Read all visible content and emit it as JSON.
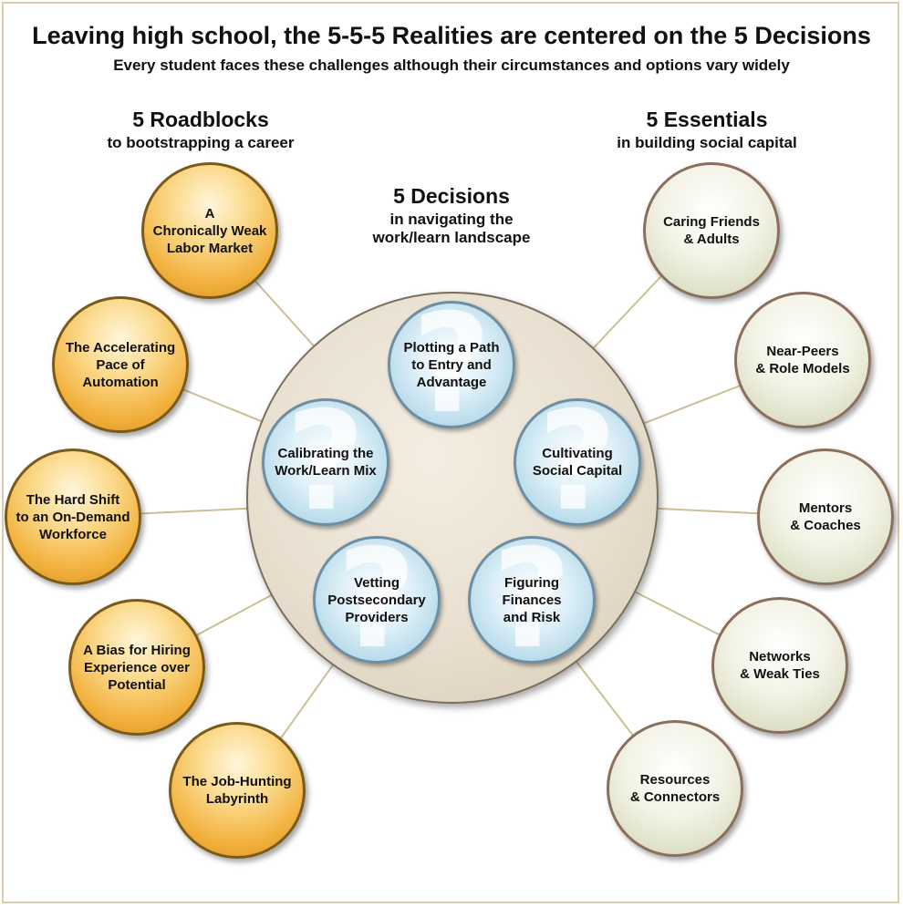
{
  "header": {
    "title": "Leaving high school, the 5-5-5 Realities are centered on the 5 Decisions",
    "subtitle": "Every student faces these challenges although their circumstances and options vary widely"
  },
  "roadblocks": {
    "heading": "5 Roadblocks",
    "subheading": "to bootstrapping a career",
    "color": "#f2b13e",
    "items": [
      {
        "label": "A\nChronically Weak\nLabor Market"
      },
      {
        "label": "The Accelerating\nPace of\nAutomation"
      },
      {
        "label": "The Hard Shift\nto an On-Demand\nWorkforce"
      },
      {
        "label": "A Bias for Hiring\nExperience over\nPotential"
      },
      {
        "label": "The Job-Hunting\nLabyrinth"
      }
    ]
  },
  "decisions": {
    "heading": "5 Decisions",
    "subheading": "in navigating the\nwork/learn landscape",
    "color": "#b7dbea",
    "items": [
      {
        "label": "Plotting a Path\nto Entry and\nAdvantage"
      },
      {
        "label": "Calibrating the\nWork/Learn Mix"
      },
      {
        "label": "Cultivating\nSocial Capital"
      },
      {
        "label": "Vetting\nPostsecondary\nProviders"
      },
      {
        "label": "Figuring Finances\nand Risk"
      }
    ],
    "mark": "?"
  },
  "essentials": {
    "heading": "5 Essentials",
    "subheading": "in building social capital",
    "color": "#dfe2c9",
    "items": [
      {
        "label": "Caring Friends\n& Adults"
      },
      {
        "label": "Near-Peers\n& Role Models"
      },
      {
        "label": "Mentors\n& Coaches"
      },
      {
        "label": "Networks\n& Weak Ties"
      },
      {
        "label": "Resources\n& Connectors"
      }
    ]
  }
}
